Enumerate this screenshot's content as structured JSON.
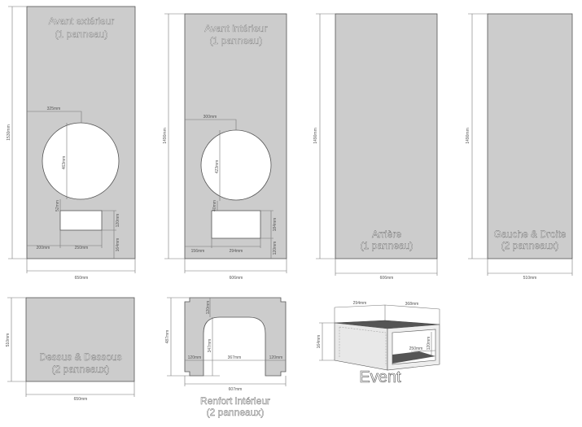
{
  "panels": {
    "avant_ext": {
      "title1": "Avant extérieur",
      "title2": "(1 panneau)",
      "height": "1530mm",
      "width": "650mm",
      "d_offset": "325mm",
      "d_circle": "463mm",
      "d_gap": "52mm",
      "d_hole_h": "120mm",
      "d_bottom": "164mm",
      "d_left": "200mm",
      "d_hole_w": "250mm"
    },
    "avant_int": {
      "title1": "Avant intérieur",
      "title2": "(1 panneau)",
      "height": "1490mm",
      "width": "606mm",
      "d_offset": "300mm",
      "d_circle": "423mm",
      "d_gap": "40mm",
      "d_hole_h": "184mm",
      "d_bottom": "120mm",
      "d_left": "156mm",
      "d_hole_w": "294mm"
    },
    "arriere": {
      "title1": "Arrière",
      "title2": "(1 panneau)",
      "height": "1490mm",
      "width": "606mm"
    },
    "cotes": {
      "title1": "Gauche & Droite",
      "title2": "(2 panneaux)",
      "height": "1490mm",
      "width": "510mm"
    },
    "dessus": {
      "title1": "Dessus & Dessous",
      "title2": "(2 panneaux)",
      "height": "510mm",
      "width": "650mm"
    },
    "renfort": {
      "title1": "Renfort intérieur",
      "title2": "(2 panneaux)",
      "height": "487mm",
      "width": "607mm",
      "d_top": "120mm",
      "d_arch": "347mm",
      "d_left": "120mm",
      "d_mid": "367mm",
      "d_right": "120mm"
    },
    "event": {
      "title": "Event",
      "d_depth": "294mm",
      "d_width": "368mm",
      "d_height": "164mm",
      "d_inner_w": "250mm",
      "d_inner_h": "120mm"
    }
  }
}
